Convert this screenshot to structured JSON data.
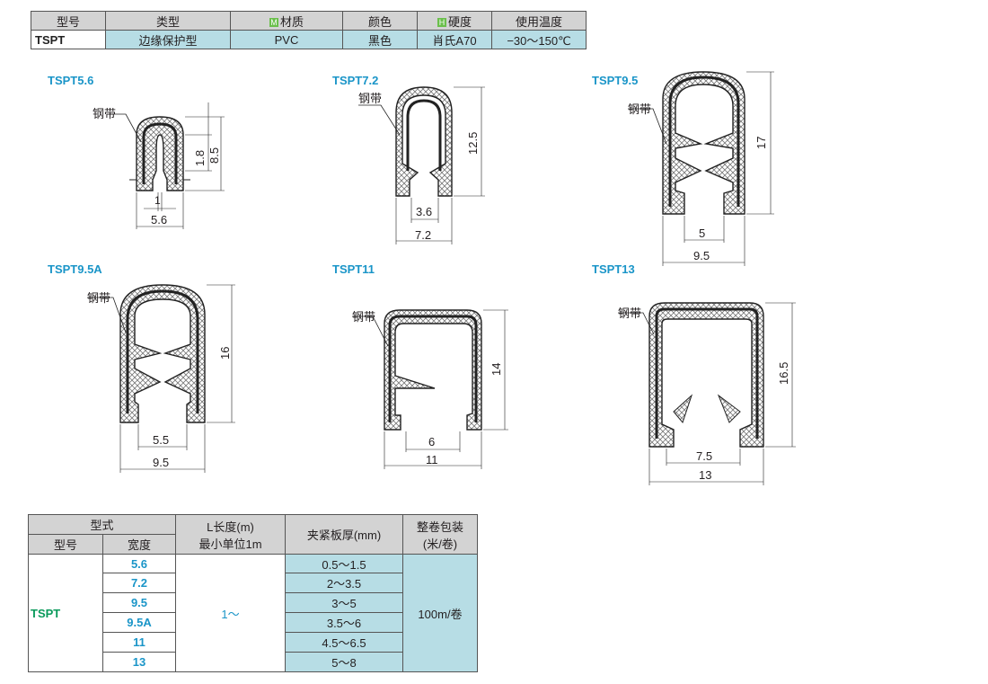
{
  "spec_table": {
    "headers": {
      "model": "型号",
      "type": "类型",
      "material": "材质",
      "color": "颜色",
      "hardness": "硬度",
      "temp": "使用温度"
    },
    "badges": {
      "material": "M",
      "hardness": "H"
    },
    "row": {
      "model": "TSPT",
      "type": "边缘保护型",
      "material": "PVC",
      "color": "黑色",
      "hardness": "肖氏A70",
      "temp": "−30～150℃"
    }
  },
  "diagrams": [
    {
      "title": "TSPT5.6",
      "strip_label": "钢带",
      "dims": {
        "inner": "1",
        "width": "5.6",
        "tab": "1.8",
        "height": "8.5"
      }
    },
    {
      "title": "TSPT7.2",
      "strip_label": "钢带",
      "dims": {
        "inner": "3.6",
        "width": "7.2",
        "height": "12.5"
      }
    },
    {
      "title": "TSPT9.5",
      "strip_label": "钢带",
      "dims": {
        "inner": "5",
        "width": "9.5",
        "height": "17"
      }
    },
    {
      "title": "TSPT9.5A",
      "strip_label": "钢带",
      "dims": {
        "inner": "5.5",
        "width": "9.5",
        "height": "16"
      }
    },
    {
      "title": "TSPT11",
      "strip_label": "钢带",
      "dims": {
        "inner": "6",
        "width": "11",
        "height": "14"
      }
    },
    {
      "title": "TSPT13",
      "strip_label": "钢带",
      "dims": {
        "inner": "7.5",
        "width": "13",
        "height": "16.5"
      }
    }
  ],
  "order_table": {
    "headers": {
      "form": "型式",
      "model": "型号",
      "width": "宽度",
      "length_line1": "L长度(m)",
      "length_line2": "最小单位1m",
      "clamp": "夹紧板厚(mm)",
      "pack_line1": "整卷包装",
      "pack_line2": "(米/卷)"
    },
    "model": "TSPT",
    "length": "1～",
    "pack": "100m/卷",
    "rows": [
      {
        "width": "5.6",
        "clamp": "0.5～1.5"
      },
      {
        "width": "7.2",
        "clamp": "2～3.5"
      },
      {
        "width": "9.5",
        "clamp": "3～5"
      },
      {
        "width": "9.5A",
        "clamp": "3.5～6"
      },
      {
        "width": "11",
        "clamp": "4.5～6.5"
      },
      {
        "width": "13",
        "clamp": "5～8"
      }
    ]
  }
}
